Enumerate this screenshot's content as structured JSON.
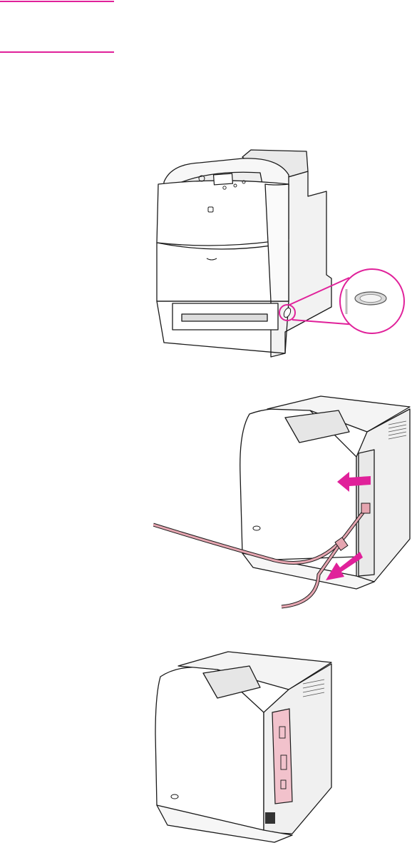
{
  "page": {
    "rule_color": "#e0219a",
    "accent_color": "#e0219a",
    "cable_color": "#e5a5b0",
    "outline_color": "#1a1a1a"
  },
  "figures": [
    {
      "id": "front",
      "icon": "printer-front-power-switch-callout"
    },
    {
      "id": "rear-cables",
      "icon": "printer-rear-disconnect-cables-arrows"
    },
    {
      "id": "rear-board",
      "icon": "printer-rear-formatter-board-highlighted"
    }
  ]
}
